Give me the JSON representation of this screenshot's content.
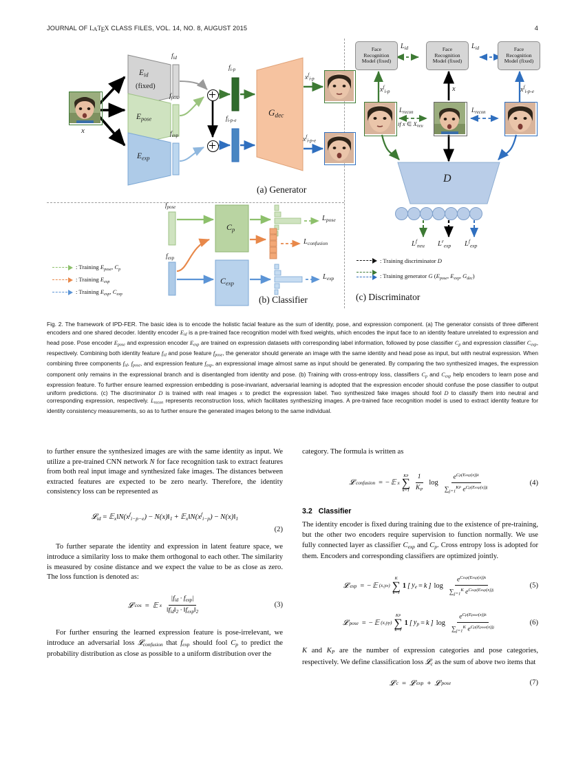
{
  "header": {
    "journal_prefix": "JOURNAL OF ",
    "journal_latex": "LATEX",
    "journal_suffix": " CLASS FILES, VOL. 14, NO. 8, AUGUST 2015",
    "page_number": "4"
  },
  "figure": {
    "panel_a_caption": "(a) Generator",
    "panel_b_caption": "(b) Classifier",
    "panel_c_caption": "(c) Discriminator",
    "generator": {
      "input_label": "x",
      "encoders": [
        {
          "name": "E",
          "sub": "id",
          "note": "(fixed)",
          "color": "#d4d4d4"
        },
        {
          "name": "E",
          "sub": "pose",
          "note": "",
          "color": "#cfe3c0"
        },
        {
          "name": "E",
          "sub": "exp",
          "note": "",
          "color": "#aecbe8"
        }
      ],
      "features": [
        {
          "name": "f",
          "sub": "id"
        },
        {
          "name": "f",
          "sub": "pose"
        },
        {
          "name": "f",
          "sub": "exp"
        }
      ],
      "combined_features": [
        {
          "name": "f",
          "sub": "i-p"
        },
        {
          "name": "f",
          "sub": "i-p-e"
        }
      ],
      "decoder": {
        "name": "G",
        "sub": "dec",
        "color": "#f6c3a0"
      },
      "outputs": [
        {
          "name": "x",
          "sup": "f",
          "sub": "i-p",
          "border": "#3d7a34"
        },
        {
          "name": "x",
          "sup": "f",
          "sub": "i-p-e",
          "border": "#2f6fbf"
        }
      ]
    },
    "classifier": {
      "inputs": [
        {
          "name": "f",
          "sub": "pose"
        },
        {
          "name": "f",
          "sub": "exp"
        }
      ],
      "blocks": [
        {
          "name": "C",
          "sub": "p",
          "color": "#b9d4a2"
        },
        {
          "name": "C",
          "sub": "exp",
          "color": "#b8d2ec"
        }
      ],
      "losses": [
        {
          "name": "L",
          "sub": "pose",
          "color": "#7fb069"
        },
        {
          "name": "L",
          "sub": "confusion",
          "color": "#e8884a"
        },
        {
          "name": "L",
          "sub": "exp",
          "color": "#5b94d6"
        }
      ],
      "legend": [
        {
          "text": ": Training ",
          "sym": "Epose , Cp",
          "color": "#8dc06b"
        },
        {
          "text": ": Training ",
          "sym": "Eexp",
          "color": "#e8884a"
        },
        {
          "text": ": Training ",
          "sym": "Eexp , Cexp",
          "color": "#5b94d6"
        }
      ]
    },
    "discriminator": {
      "recog_model_lines": [
        "Face",
        "Recognition",
        "Model (fixed)"
      ],
      "id_losses": [
        "L",
        "id"
      ],
      "recon_loss": "L",
      "recon_sub": "recon",
      "condition": "if x ∈ X",
      "condition_sub": "neu",
      "real_label": "x",
      "fake_left": {
        "name": "x",
        "sup": "f",
        "sub": "i-p"
      },
      "fake_right": {
        "name": "x",
        "sup": "f",
        "sub": "i-p-e"
      },
      "D_label": "D",
      "neuron_count": 7,
      "outputs": [
        {
          "name": "L",
          "sup": "f",
          "sub": "neu",
          "color": "#3d7a34"
        },
        {
          "name": "L",
          "sup": "r",
          "sub": "exp",
          "color": "#111111"
        },
        {
          "name": "L",
          "sup": "f",
          "sub": "exp",
          "color": "#2f6fbf"
        }
      ],
      "legend": [
        {
          "text": ": Training discriminator ",
          "sym": "D",
          "color": "#111111"
        },
        {
          "text": ": Training generator ",
          "sym": "G (Epose , Eexp , Gdec)",
          "color": "#2f6fbf"
        }
      ]
    }
  },
  "caption": {
    "label": "Fig. 2.",
    "body_1": "The framework of IPD-FER. The basic idea is to encode the holistic facial feature as the sum of identity, pose, and expression component. (a) The generator consists of three different encoders and one shared decoder. Identity encoder ",
    "body_2": " is a pre-trained face recognition model with fixed weights, which encodes the input face to an identity feature unrelated to expression and head pose. Pose encoder ",
    "body_3": " and expression encoder ",
    "body_4": " are trained on expression datasets with corresponding label information, followed by pose classifier ",
    "body_5": " and expression classifier ",
    "body_6": ", respectively. Combining both identity feature ",
    "body_7": " and pose feature ",
    "body_8": ", the generator should generate an image with the same identity and head pose as input, but with neutral expression. When combining three components ",
    "body_9": ", ",
    "body_10": ", and expression feature ",
    "body_11": ", an expressional image almost same as input should be generated. By comparing the two synthesized images, the expression component only remains in the expressional branch and is disentangled from identity and pose. (b) Training with cross-entropy loss, classifiers ",
    "body_12": " and ",
    "body_13": " help encoders to learn pose and expression feature. To further ensure learned expression embedding is pose-invariant, adversarial learning is adopted that the expression encoder should confuse the pose classifier to output uniform predictions. (c) The discriminator ",
    "body_14": " is trained with real images ",
    "body_15": " to predict the expression label. Two synthesized fake images should fool ",
    "body_16": " to classify them into neutral and corresponding expression, respectively. ",
    "body_17": " represents reconstruction loss, which facilitates synthesizing images. A pre-trained face recognition model is used to extract identity feature for identity consistency measurements, so as to further ensure the generated images belong to the same individual."
  },
  "left_column": {
    "para_1": "to further ensure the synthesized images are with the same identity as input. We utilize a pre-trained CNN network N for face recognition task to extract features from both real input image and synthesized fake images. The distances between extracted features are expected to be zero nearly. Therefore, the identity consistency loss can be represented as",
    "eq2_tag": "(2)",
    "para_2": "To further separate the identity and expression in latent feature space, we introduce a similarity loss to make them orthogonal to each other. The similarity is measured by cosine distance and we expect the value to be as close as zero. The loss function is denoted as:",
    "eq3_tag": "(3)",
    "para_3": "For further ensuring the learned expression feature is pose-irrelevant, we introduce an adversarial loss Lconfusion that fexp should fool Cp to predict the probability distribution as close as possible to a uniform distribution over the"
  },
  "right_column": {
    "para_1": "category. The formula is written as",
    "eq4_tag": "(4)",
    "section_number": "3.2",
    "section_title": "Classifier",
    "para_2": "The identity encoder is fixed during training due to the existence of pre-training, but the other two encoders require supervision to function normally. We use fully connected layer as classifier Cexp and Cp. Cross entropy loss is adopted for them. Encoders and corresponding classifiers are optimized jointly.",
    "eq5_tag": "(5)",
    "eq6_tag": "(6)",
    "para_3": "K and KP are the number of expression categories and pose categories, respectively. We define classification loss Lc as the sum of above two items that",
    "eq7_tag": "(7)"
  },
  "colors": {
    "green": "#3d7a34",
    "light_green": "#cfe3c0",
    "blue": "#2f6fbf",
    "light_blue": "#aecbe8",
    "orange": "#f6c3a0",
    "gray": "#d4d4d4",
    "confusion_orange": "#e8884a"
  }
}
